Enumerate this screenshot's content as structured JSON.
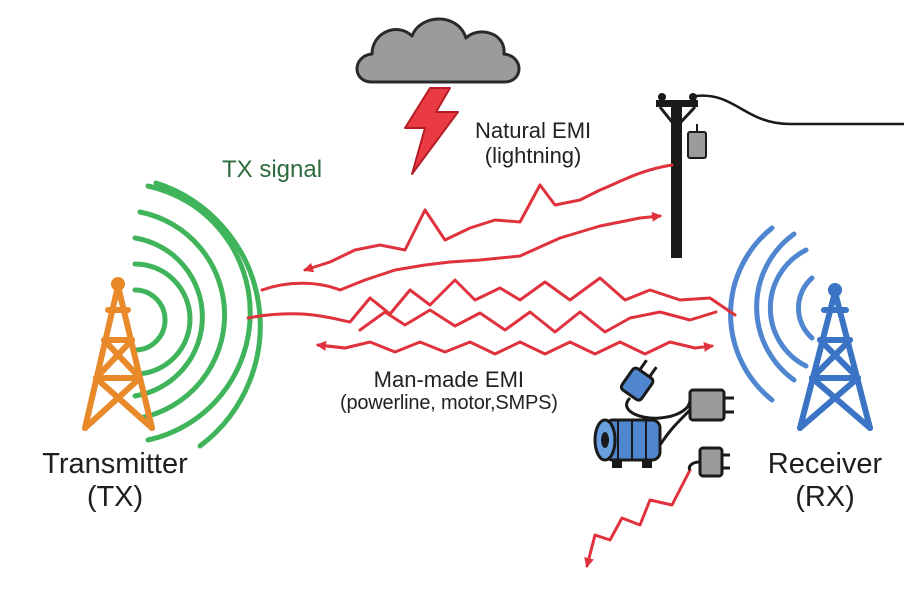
{
  "labels": {
    "tx_signal": "TX signal",
    "natural_emi_line1": "Natural EMI",
    "natural_emi_line2": "(lightning)",
    "manmade_emi_line1": "Man-made EMI",
    "manmade_emi_line2": "(powerline, motor,SMPS)",
    "transmitter_line1": "Transmitter",
    "transmitter_line2": "(TX)",
    "receiver_line1": "Receiver",
    "receiver_line2": "(RX)"
  },
  "colors": {
    "tx_antenna": "#e8892a",
    "rx_antenna": "#3b74c4",
    "tx_wave": "#3db35a",
    "rx_wave": "#4f86cf",
    "interference": "#e0323c",
    "cloud": "#9a9a9a",
    "lightning": "#e8323c",
    "pole": "#1a1a1a"
  },
  "icons": [
    "cloud-icon",
    "lightning-bolt-icon",
    "utility-pole-icon",
    "transmitter-tower-icon",
    "receiver-tower-icon",
    "electric-motor-icon",
    "power-plug-icon",
    "power-adapter-icon",
    "wall-plug-icon"
  ]
}
